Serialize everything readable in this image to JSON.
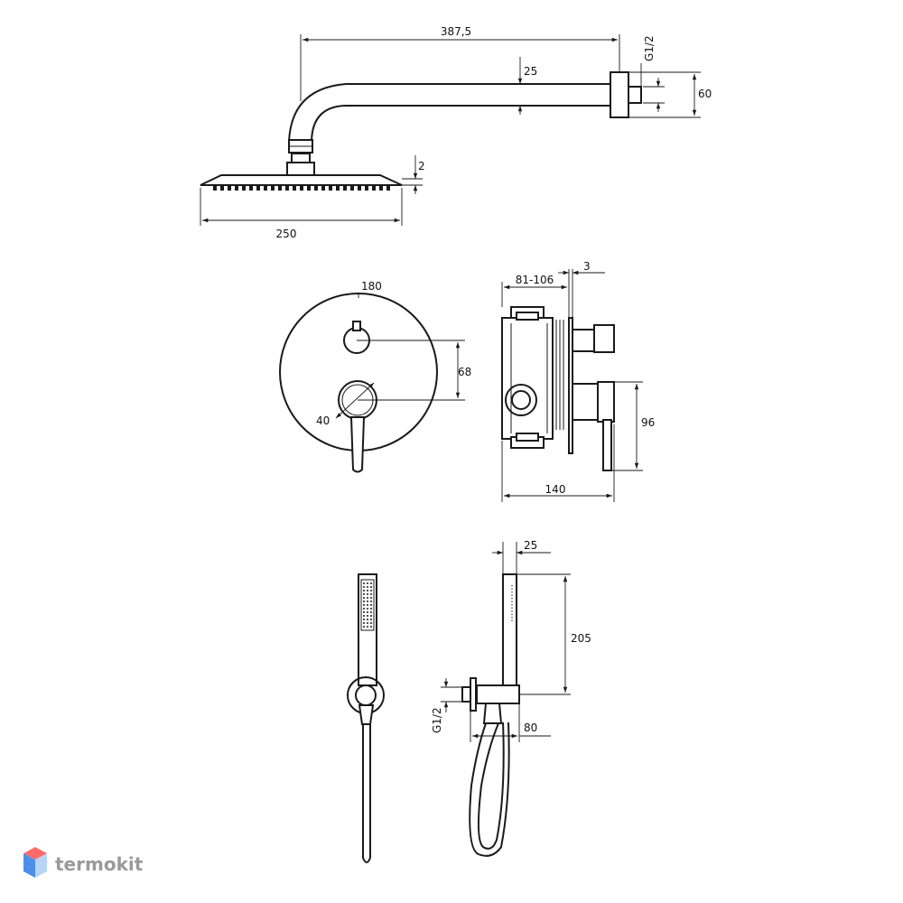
{
  "dimensions": {
    "arm_length": "387,5",
    "arm_thread": "G1/2",
    "arm_diameter": "25",
    "flange_height": "60",
    "head_thickness": "2",
    "head_width": "250",
    "plate_diameter": "180",
    "handle_spacing": "68",
    "knob_diameter": "40",
    "depth_range": "81-106",
    "plate_thickness": "3",
    "lever_height": "96",
    "total_depth": "140",
    "holder_width": "25",
    "hand_shower_length": "205",
    "outlet_thread": "G1/2",
    "outlet_depth": "80"
  },
  "watermark": {
    "text": "termokit",
    "colors": {
      "top": "#ff6b6b",
      "left": "#4d8fe8",
      "right": "#b8d4f5"
    }
  }
}
